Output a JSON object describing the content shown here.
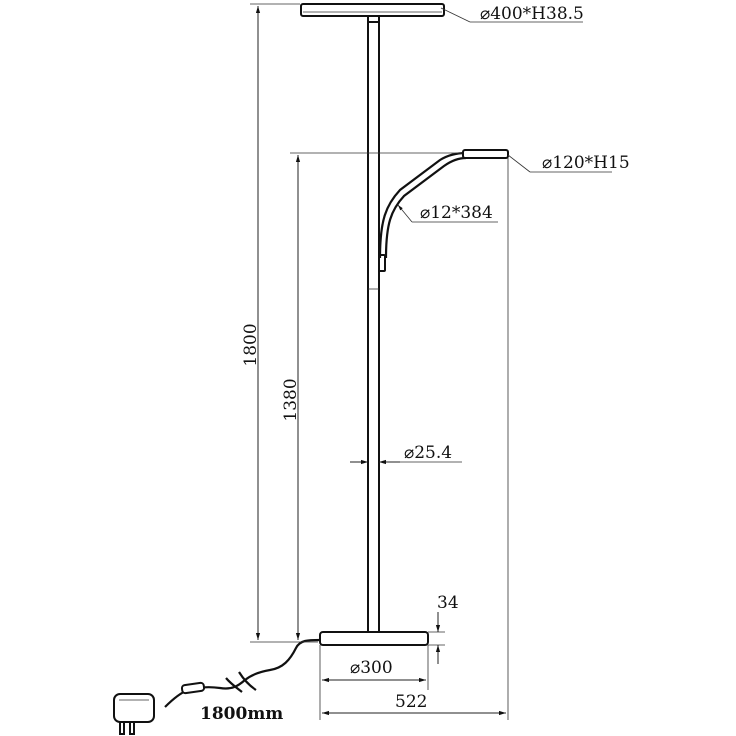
{
  "dimensions": {
    "total_height": "1800",
    "arm_height": "1380",
    "top_shade": "⌀400*H38.5",
    "reading_head": "⌀120*H15",
    "flex_arm": "⌀12*384",
    "pole": "⌀25.4",
    "base_thickness": "34",
    "base_diameter": "⌀300",
    "base_spread": "522",
    "cable_length": "1800mm"
  },
  "components": {
    "top_shade": "lamp-top-shade",
    "pole": "lamp-pole",
    "reading_arm": "flexible-reading-arm",
    "reading_head": "reading-lamp-head",
    "switch": "dimmer-switch",
    "base": "round-base",
    "cable": "power-cable",
    "adapter": "power-adapter-plug"
  }
}
